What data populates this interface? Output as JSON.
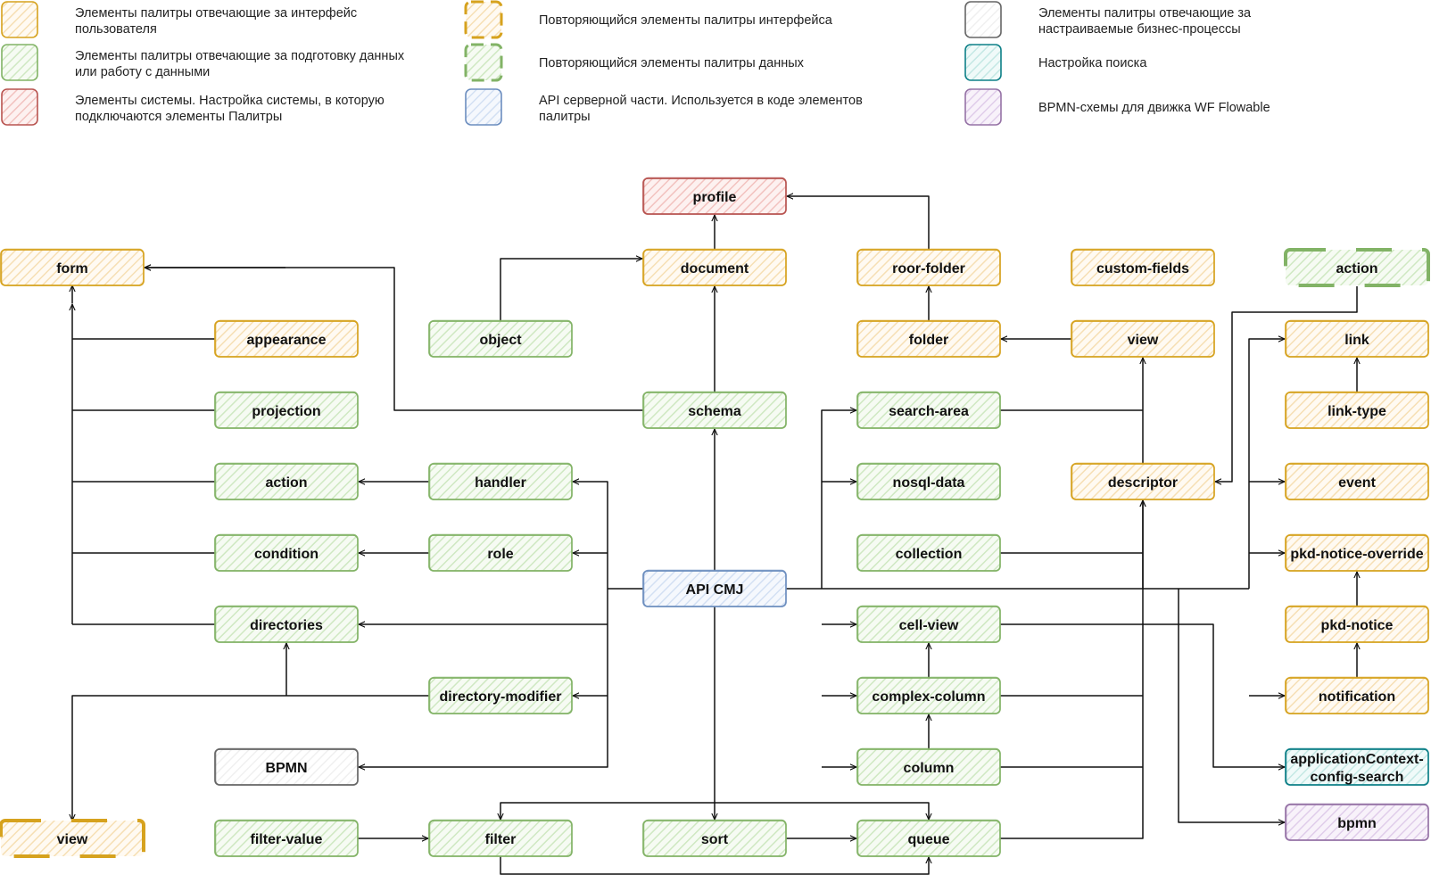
{
  "legend": [
    {
      "id": "ui",
      "text": "Элементы палитры отвечающие за интерфейс пользователя",
      "lines": [
        "Элементы палитры отвечающие за интерфейс",
        "пользователя"
      ],
      "stroke": "#d6a21e",
      "fill": "#fff4e0",
      "style": "solid"
    },
    {
      "id": "data",
      "text": "Элементы палитры отвечающие за подготовку данных или работу с данными",
      "lines": [
        "Элементы палитры отвечающие за подготовку данных",
        "или работу с данными"
      ],
      "stroke": "#82b366",
      "fill": "#e8f5e0",
      "style": "solid"
    },
    {
      "id": "system",
      "text": "Элементы системы. Настройка системы, в которую подключаются элементы Палитры",
      "lines": [
        "Элементы системы. Настройка системы, в которую",
        "подключаются элементы Палитры"
      ],
      "stroke": "#b85450",
      "fill": "#f8d7d5",
      "style": "solid"
    },
    {
      "id": "ui-repeat",
      "text": "Повторяющийся элементы палитры интерфейса",
      "lines": [
        "Повторяющийся элементы палитры интерфейса"
      ],
      "stroke": "#d6a21e",
      "fill": "#fff4e0",
      "style": "dashed"
    },
    {
      "id": "data-repeat",
      "text": "Повторяющийся элементы палитры данных",
      "lines": [
        "Повторяющийся элементы палитры данных"
      ],
      "stroke": "#82b366",
      "fill": "#e8f5e0",
      "style": "dashed"
    },
    {
      "id": "api",
      "text": "API серверной части. Используется в коде элементов палитры",
      "lines": [
        "API серверной части. Используется в коде элементов",
        "палитры"
      ],
      "stroke": "#6c8ebf",
      "fill": "#e3ecf8",
      "style": "solid"
    },
    {
      "id": "bp",
      "text": "Элементы палитры отвечающие за настраиваемые бизнес-процессы",
      "lines": [
        "Элементы палитры отвечающие за",
        "настраиваемые бизнес-процессы"
      ],
      "stroke": "#666666",
      "fill": "#ffffff",
      "style": "solid"
    },
    {
      "id": "search",
      "text": "Настройка поиска",
      "lines": [
        "Настройка поиска"
      ],
      "stroke": "#0e8088",
      "fill": "#d8f0ee",
      "style": "solid"
    },
    {
      "id": "bpmn",
      "text": "BPMN-схемы для движка WF Flowable",
      "lines": [
        "BPMN-схемы для движка WF Flowable"
      ],
      "stroke": "#9673a6",
      "fill": "#ecdff2",
      "style": "solid"
    }
  ],
  "colors": {
    "ui": {
      "stroke": "#d6a21e",
      "fill": "#fff4e0"
    },
    "data": {
      "stroke": "#82b366",
      "fill": "#e8f5e0"
    },
    "system": {
      "stroke": "#b85450",
      "fill": "#f8d7d5"
    },
    "api": {
      "stroke": "#6c8ebf",
      "fill": "#e3ecf8"
    },
    "bp": {
      "stroke": "#666666",
      "fill": "#ffffff"
    },
    "search": {
      "stroke": "#0e8088",
      "fill": "#d8f0ee"
    },
    "bpmn": {
      "stroke": "#9673a6",
      "fill": "#ecdff2"
    },
    "edge": "#111111"
  },
  "nodes": [
    {
      "id": "profile",
      "label": [
        "profile"
      ],
      "type": "system"
    },
    {
      "id": "form",
      "label": [
        "form"
      ],
      "type": "ui"
    },
    {
      "id": "document",
      "label": [
        "document"
      ],
      "type": "ui"
    },
    {
      "id": "roor-folder",
      "label": [
        "roor-folder"
      ],
      "type": "ui"
    },
    {
      "id": "custom-fields",
      "label": [
        "custom-fields"
      ],
      "type": "ui"
    },
    {
      "id": "action-repeat",
      "label": [
        "action"
      ],
      "type": "data",
      "dashed": true
    },
    {
      "id": "appearance",
      "label": [
        "appearance"
      ],
      "type": "ui"
    },
    {
      "id": "object",
      "label": [
        "object"
      ],
      "type": "data"
    },
    {
      "id": "folder",
      "label": [
        "folder"
      ],
      "type": "ui"
    },
    {
      "id": "view-top",
      "label": [
        "view"
      ],
      "type": "ui"
    },
    {
      "id": "link",
      "label": [
        "link"
      ],
      "type": "ui"
    },
    {
      "id": "projection",
      "label": [
        "projection"
      ],
      "type": "data"
    },
    {
      "id": "schema",
      "label": [
        "schema"
      ],
      "type": "data"
    },
    {
      "id": "search-area",
      "label": [
        "search-area"
      ],
      "type": "data"
    },
    {
      "id": "link-type",
      "label": [
        "link-type"
      ],
      "type": "ui"
    },
    {
      "id": "action",
      "label": [
        "action"
      ],
      "type": "data"
    },
    {
      "id": "handler",
      "label": [
        "handler"
      ],
      "type": "data"
    },
    {
      "id": "nosql-data",
      "label": [
        "nosql-data"
      ],
      "type": "data"
    },
    {
      "id": "descriptor",
      "label": [
        "descriptor"
      ],
      "type": "ui"
    },
    {
      "id": "event",
      "label": [
        "event"
      ],
      "type": "ui"
    },
    {
      "id": "condition",
      "label": [
        "condition"
      ],
      "type": "data"
    },
    {
      "id": "role",
      "label": [
        "role"
      ],
      "type": "data"
    },
    {
      "id": "collection",
      "label": [
        "collection"
      ],
      "type": "data"
    },
    {
      "id": "pkd-notice-override",
      "label": [
        "pkd-notice-override"
      ],
      "type": "ui"
    },
    {
      "id": "api-cmj",
      "label": [
        "API CMJ"
      ],
      "type": "api"
    },
    {
      "id": "directories",
      "label": [
        "directories"
      ],
      "type": "data"
    },
    {
      "id": "cell-view",
      "label": [
        "cell-view"
      ],
      "type": "data"
    },
    {
      "id": "pkd-notice",
      "label": [
        "pkd-notice"
      ],
      "type": "ui"
    },
    {
      "id": "directory-modifier",
      "label": [
        "directory-modifier"
      ],
      "type": "data"
    },
    {
      "id": "complex-column",
      "label": [
        "complex-column"
      ],
      "type": "data"
    },
    {
      "id": "notification",
      "label": [
        "notification"
      ],
      "type": "ui"
    },
    {
      "id": "bpmn-bp",
      "label": [
        "BPMN"
      ],
      "type": "bp"
    },
    {
      "id": "column",
      "label": [
        "column"
      ],
      "type": "data"
    },
    {
      "id": "app-context",
      "label": [
        "applicationContext-",
        "config-search"
      ],
      "type": "search"
    },
    {
      "id": "bpmn",
      "label": [
        "bpmn"
      ],
      "type": "bpmn"
    },
    {
      "id": "view-repeat",
      "label": [
        "view"
      ],
      "type": "ui",
      "dashed": true
    },
    {
      "id": "filter-value",
      "label": [
        "filter-value"
      ],
      "type": "data"
    },
    {
      "id": "filter",
      "label": [
        "filter"
      ],
      "type": "data"
    },
    {
      "id": "sort",
      "label": [
        "sort"
      ],
      "type": "data"
    },
    {
      "id": "queue",
      "label": [
        "queue"
      ],
      "type": "data"
    }
  ]
}
